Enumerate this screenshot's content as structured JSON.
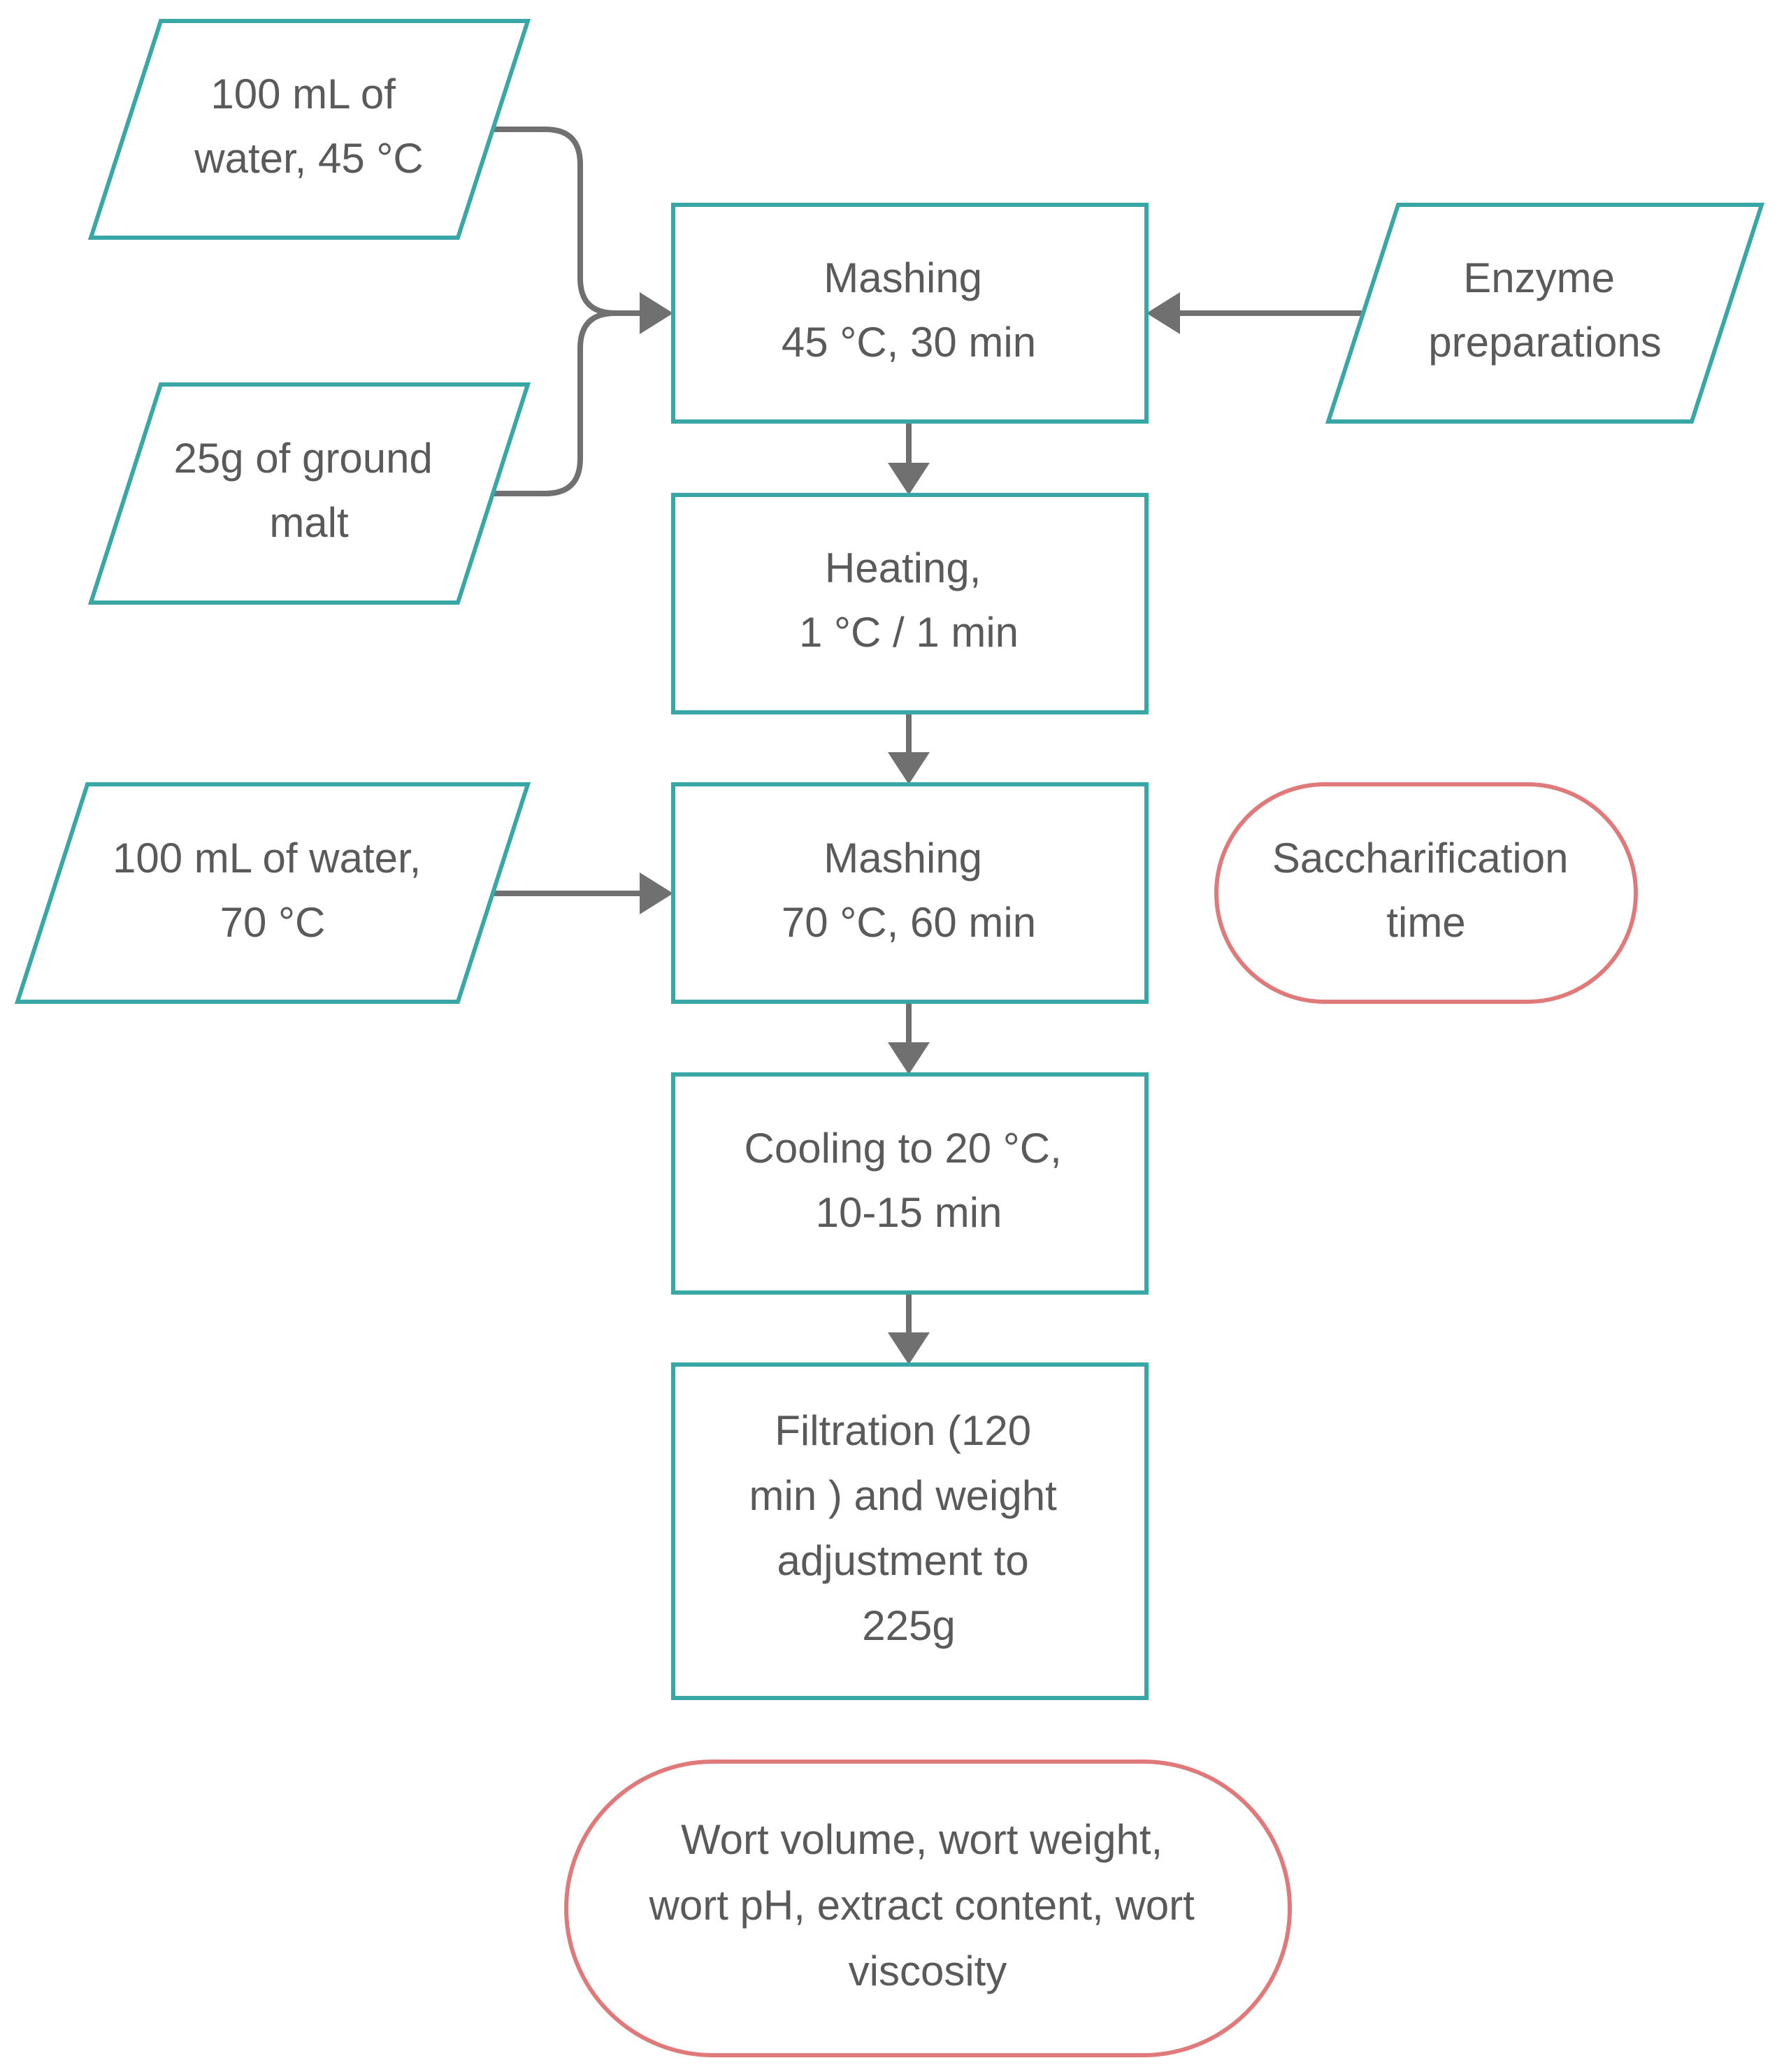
{
  "inputs": {
    "water_45": {
      "lines": [
        "100 mL of",
        "water, 45 °C"
      ]
    },
    "malt": {
      "lines": [
        "25g of ground",
        "malt"
      ]
    },
    "enzyme": {
      "lines": [
        "Enzyme",
        "preparations"
      ]
    },
    "water_70": {
      "lines": [
        "100 mL of water,",
        "70 °C"
      ]
    }
  },
  "steps": {
    "mashing_45": {
      "lines": [
        "Mashing",
        "45 °C, 30 min"
      ]
    },
    "heating": {
      "lines": [
        "Heating,",
        "1 °C / 1 min"
      ]
    },
    "mashing_70": {
      "lines": [
        "Mashing",
        "70 °C, 60 min"
      ]
    },
    "cooling": {
      "lines": [
        "Cooling to 20 °C,",
        "10-15 min"
      ]
    },
    "filtration": {
      "lines": [
        "Filtration (120",
        "min ) and weight",
        "adjustment to",
        "225g"
      ]
    }
  },
  "outcomes": {
    "saccharification": {
      "lines": [
        "Saccharification",
        "time"
      ]
    },
    "wort": {
      "lines": [
        "Wort volume, wort weight,",
        "wort pH, extract content, wort",
        "viscosity"
      ]
    }
  },
  "colors": {
    "process_border": "#3aa7a7",
    "outcome_border": "#e07a7a",
    "connector": "#707070",
    "text": "#5a5a5a"
  }
}
